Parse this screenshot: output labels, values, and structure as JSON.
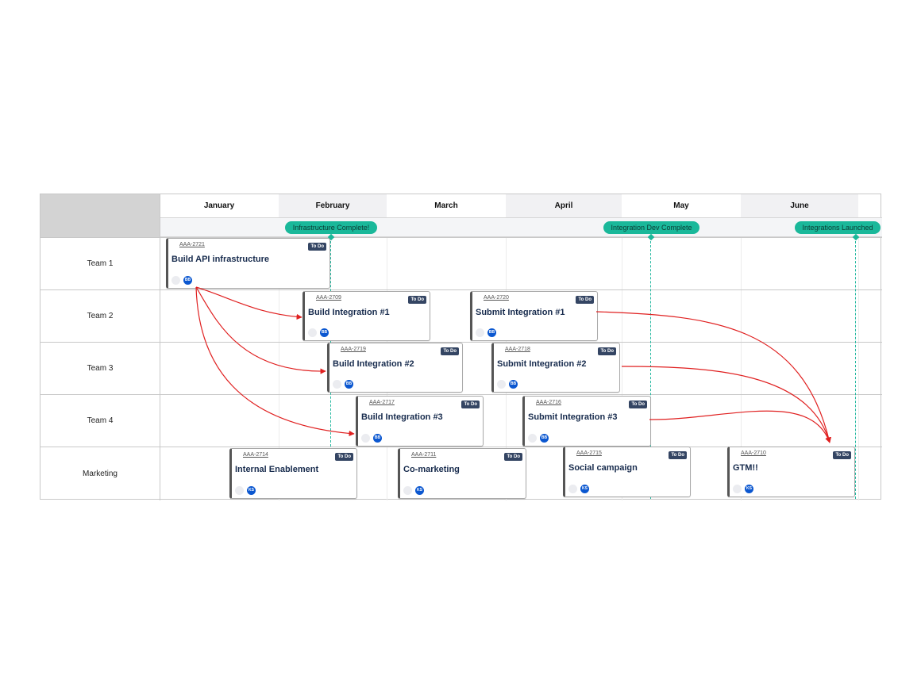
{
  "months": [
    "January",
    "February",
    "March",
    "April",
    "May",
    "June"
  ],
  "milestones": [
    {
      "label": "Infrastructure Complete!"
    },
    {
      "label": "Integration Dev Complete"
    },
    {
      "label": "Integrations Launched"
    }
  ],
  "lanes": [
    "Team 1",
    "Team 2",
    "Team 3",
    "Team 4",
    "Marketing"
  ],
  "cards": [
    {
      "key": "AAA-2721",
      "title": "Build API infrastructure",
      "status": "To Do",
      "assignee": "BB"
    },
    {
      "key": "AAA-2709",
      "title": "Build Integration #1",
      "status": "To Do",
      "assignee": "BB"
    },
    {
      "key": "AAA-2720",
      "title": "Submit Integration #1",
      "status": "To Do",
      "assignee": "BB"
    },
    {
      "key": "AAA-2719",
      "title": "Build Integration #2",
      "status": "To Do",
      "assignee": "BB"
    },
    {
      "key": "AAA-2718",
      "title": "Submit Integration #2",
      "status": "To Do",
      "assignee": "BB"
    },
    {
      "key": "AAA-2717",
      "title": "Build Integration #3",
      "status": "To Do",
      "assignee": "BB"
    },
    {
      "key": "AAA-2716",
      "title": "Submit Integration #3",
      "status": "To Do",
      "assignee": "BB"
    },
    {
      "key": "AAA-2714",
      "title": "Internal Enablement",
      "status": "To Do",
      "assignee": "KS"
    },
    {
      "key": "AAA-2711",
      "title": "Co-marketing",
      "status": "To Do",
      "assignee": "KS"
    },
    {
      "key": "AAA-2715",
      "title": "Social campaign",
      "status": "To Do",
      "assignee": "KS"
    },
    {
      "key": "AAA-2710",
      "title": "GTM!!",
      "status": "To Do",
      "assignee": "KS"
    }
  ],
  "colors": {
    "milestone": "#1ab89a",
    "dependency": "#e02020",
    "status_badge": "#344563",
    "avatar": "#0b57d0"
  }
}
